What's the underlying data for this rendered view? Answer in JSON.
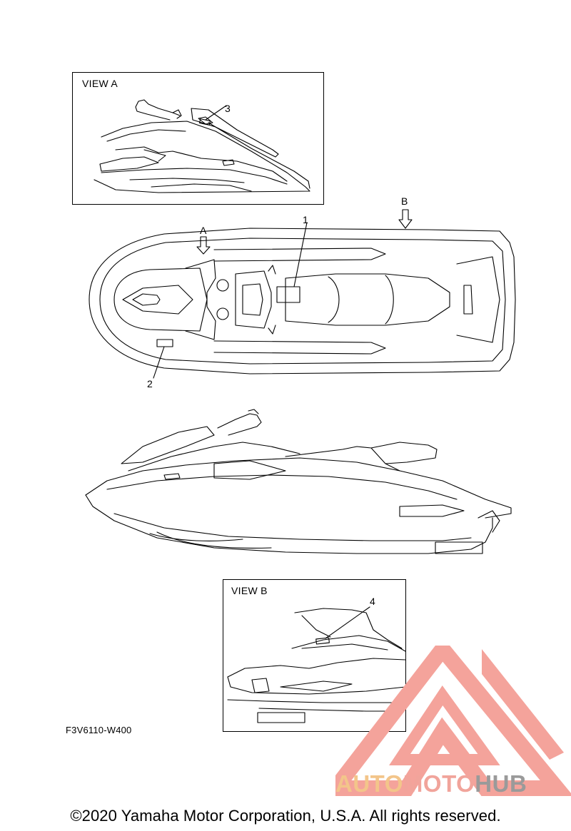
{
  "views": {
    "a": {
      "label": "VIEW A"
    },
    "b": {
      "label": "VIEW B"
    }
  },
  "callouts": {
    "c1": "1",
    "c2": "2",
    "c3": "3",
    "c4": "4",
    "arrow_a": "A",
    "arrow_b": "B"
  },
  "drawing_code": "F3V6110-W400",
  "copyright": "©2020 Yamaha Motor Corporation, U.S.A. All rights reserved.",
  "watermark": {
    "part1": "AUTO",
    "part2": "MOTO",
    "part3": "HUB",
    "colors": {
      "auto": "#f3c58a",
      "moto": "#f1a49b",
      "hub": "#9a9a9a",
      "triangle": "#f4a39b"
    }
  }
}
